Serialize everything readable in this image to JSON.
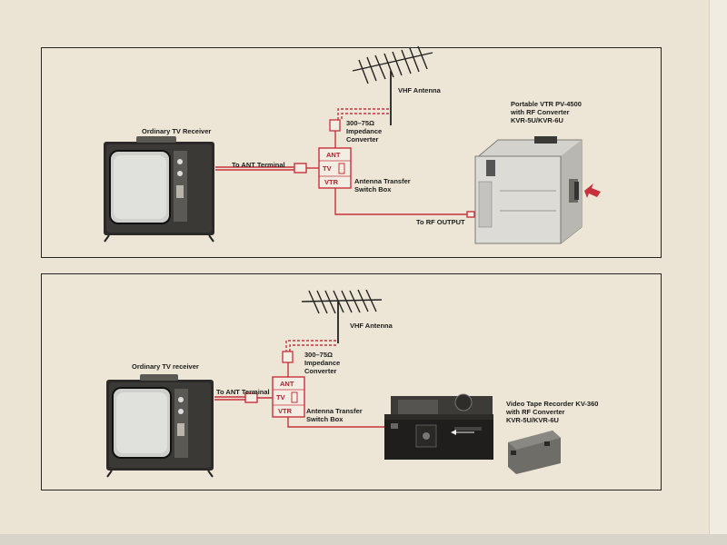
{
  "top": {
    "vhf_antenna": "VHF Antenna",
    "tv_receiver": "Ordinary TV Receiver",
    "converter_line1": "300–75Ω",
    "converter_line2": "Impedance",
    "converter_line3": "Converter",
    "to_ant_terminal": "To ANT Terminal",
    "switch_line1": "Antenna Transfer",
    "switch_line2": "Switch Box",
    "port_ant": "ANT",
    "port_tv": "TV",
    "port_vtr": "VTR",
    "to_rf_output": "To RF OUTPUT",
    "vtr_line1": "Portable VTR PV-4500",
    "vtr_line2": "with RF Converter",
    "vtr_line3": "KVR-5U/KVR-6U"
  },
  "bottom": {
    "vhf_antenna": "VHF Antenna",
    "tv_receiver": "Ordinary TV receiver",
    "converter_line1": "300–75Ω",
    "converter_line2": "Impedance",
    "converter_line3": "Converter",
    "to_ant_terminal": "To ANT Terminal",
    "switch_line1": "Antenna Transfer",
    "switch_line2": "Switch Box",
    "port_ant": "ANT",
    "port_tv": "TV",
    "port_vtr": "VTR",
    "vtr_line1": "Video Tape Recorder KV-360",
    "vtr_line2": "with RF Converter",
    "vtr_line3": "KVR-5U/KVR-6U"
  },
  "colors": {
    "cable": "#c8313b",
    "line": "#222222",
    "panel_border": "#262626"
  }
}
